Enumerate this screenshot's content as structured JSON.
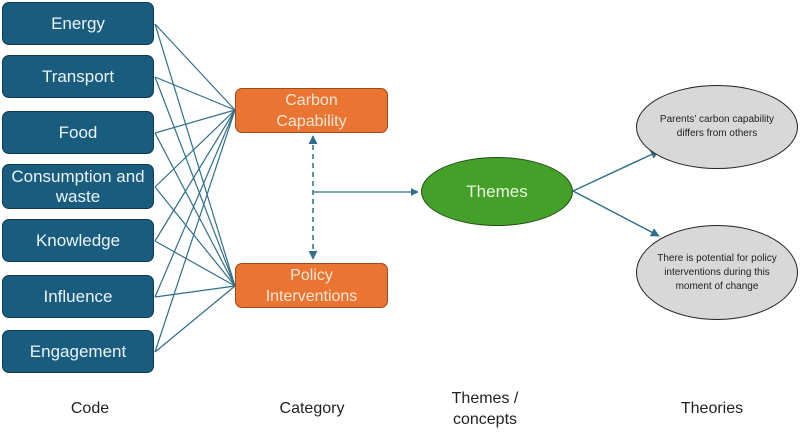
{
  "codes": [
    {
      "label": "Energy"
    },
    {
      "label": "Transport"
    },
    {
      "label": "Food"
    },
    {
      "label": "Consumption and waste"
    },
    {
      "label": "Knowledge"
    },
    {
      "label": "Influence"
    },
    {
      "label": "Engagement"
    }
  ],
  "categories": [
    {
      "label": "Carbon Capability"
    },
    {
      "label": "Policy Interventions"
    }
  ],
  "theme": {
    "label": "Themes"
  },
  "theories": [
    {
      "label": "Parents’ carbon capability differs from others"
    },
    {
      "label": "There is potential for policy interventions during this moment of change"
    }
  ],
  "column_labels": {
    "code": "Code",
    "category": "Category",
    "themes": "Themes / concepts",
    "theories": "Theories"
  },
  "colors": {
    "code_fill": "#1a5c7e",
    "category_fill": "#ea7432",
    "theme_fill": "#45a02a",
    "theory_fill": "#d8d8d8",
    "connector": "#2f6f8a"
  },
  "connections": {
    "codes_to_categories": "all-to-all",
    "categories_link": "bidirectional-dashed",
    "categories_to_theme": "arrow",
    "theme_to_theories": "arrows"
  }
}
